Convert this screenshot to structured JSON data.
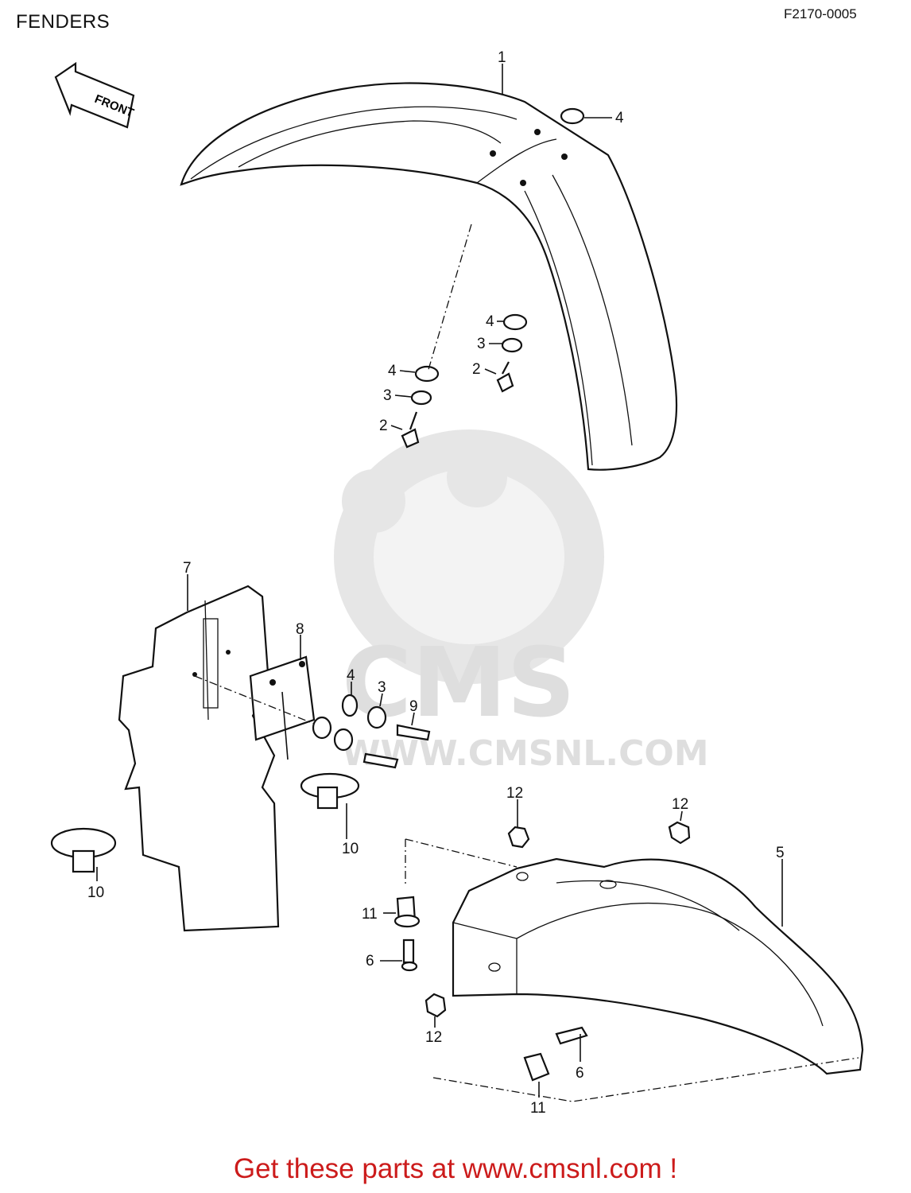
{
  "title": "FENDERS",
  "diagram_code": "F2170-0005",
  "front_arrow_label": "FRONT",
  "watermark": {
    "brand": "CMS",
    "url": "WWW.CMSNL.COM"
  },
  "footer": "Get these parts at www.cmsnl.com !",
  "callouts": {
    "front_fender": "1",
    "nut_top": "4",
    "washer4_right": "4",
    "washer3_right": "3",
    "bolt2_right": "2",
    "washer4_left": "4",
    "washer3_left": "3",
    "bolt2_left": "2",
    "flap": "7",
    "bracket": "8",
    "washer4_mid": "4",
    "washer3_mid": "3",
    "bolt9": "9",
    "clamp10_mid": "10",
    "clamp10_left": "10",
    "nut12_a": "12",
    "nut12_b": "12",
    "rear_fender": "5",
    "collar11_a": "11",
    "bolt6_a": "6",
    "nut12_c": "12",
    "bolt6_b": "6",
    "collar11_b": "11"
  }
}
